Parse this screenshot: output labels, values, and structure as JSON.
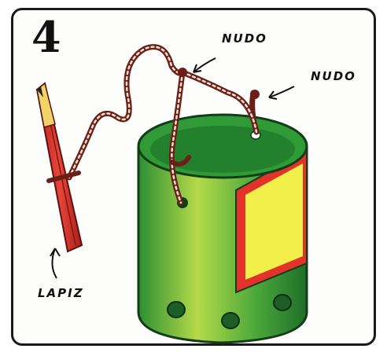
{
  "step_number": "4",
  "labels": {
    "knot_top": "NUDO",
    "knot_right": "NUDO",
    "pencil": "LAPIZ"
  },
  "colors": {
    "can_green": "#2f9a36",
    "can_dark_green": "#1f6e2a",
    "can_light_green": "#a6cf3d",
    "label_yellow": "#f2ee4a",
    "label_red": "#e2332a",
    "pencil_red": "#d9332a",
    "pencil_tip": "#f2d36a",
    "string_brown": "#7a2a20"
  },
  "icons": [
    "pencil-icon",
    "tin-can-icon",
    "string-icon",
    "arrow-icon"
  ]
}
